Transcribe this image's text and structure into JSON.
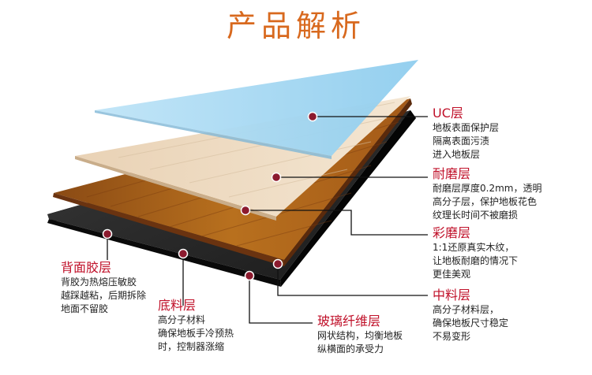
{
  "title": "产品解析",
  "colors": {
    "title": "#d8691e",
    "label": "#c0112a",
    "dot": "#8c1a2e",
    "line": "#111111"
  },
  "layers": [
    {
      "key": "uc",
      "name": "UC层",
      "desc": [
        "地板表面保护层",
        "隔离表面污渍",
        "进入地板层"
      ]
    },
    {
      "key": "wear",
      "name": "耐磨层",
      "desc": [
        "耐磨层厚度0.2mm，透明",
        "高分子层，保护地板花色",
        "纹理长时间不被磨损"
      ]
    },
    {
      "key": "color",
      "name": "彩磨层",
      "desc": [
        "1:1还原真实木纹，",
        "让地板耐磨的情况下",
        "更佳美观"
      ]
    },
    {
      "key": "middle",
      "name": "中料层",
      "desc": [
        "高分子材料层，",
        "确保地板尺寸稳定",
        "不易变形"
      ]
    },
    {
      "key": "glass",
      "name": "玻璃纤维层",
      "desc": [
        "网状结构，均衡地板",
        "纵横面的承受力"
      ]
    },
    {
      "key": "base",
      "name": "底料层",
      "desc": [
        "高分子材料",
        "确保地板手冷预热",
        "时，控制器涨缩"
      ]
    },
    {
      "key": "back",
      "name": "背面胶层",
      "desc": [
        "背胶为热熔压敏胶",
        "越踩越粘，后期拆除",
        "地面不留胶"
      ]
    }
  ]
}
